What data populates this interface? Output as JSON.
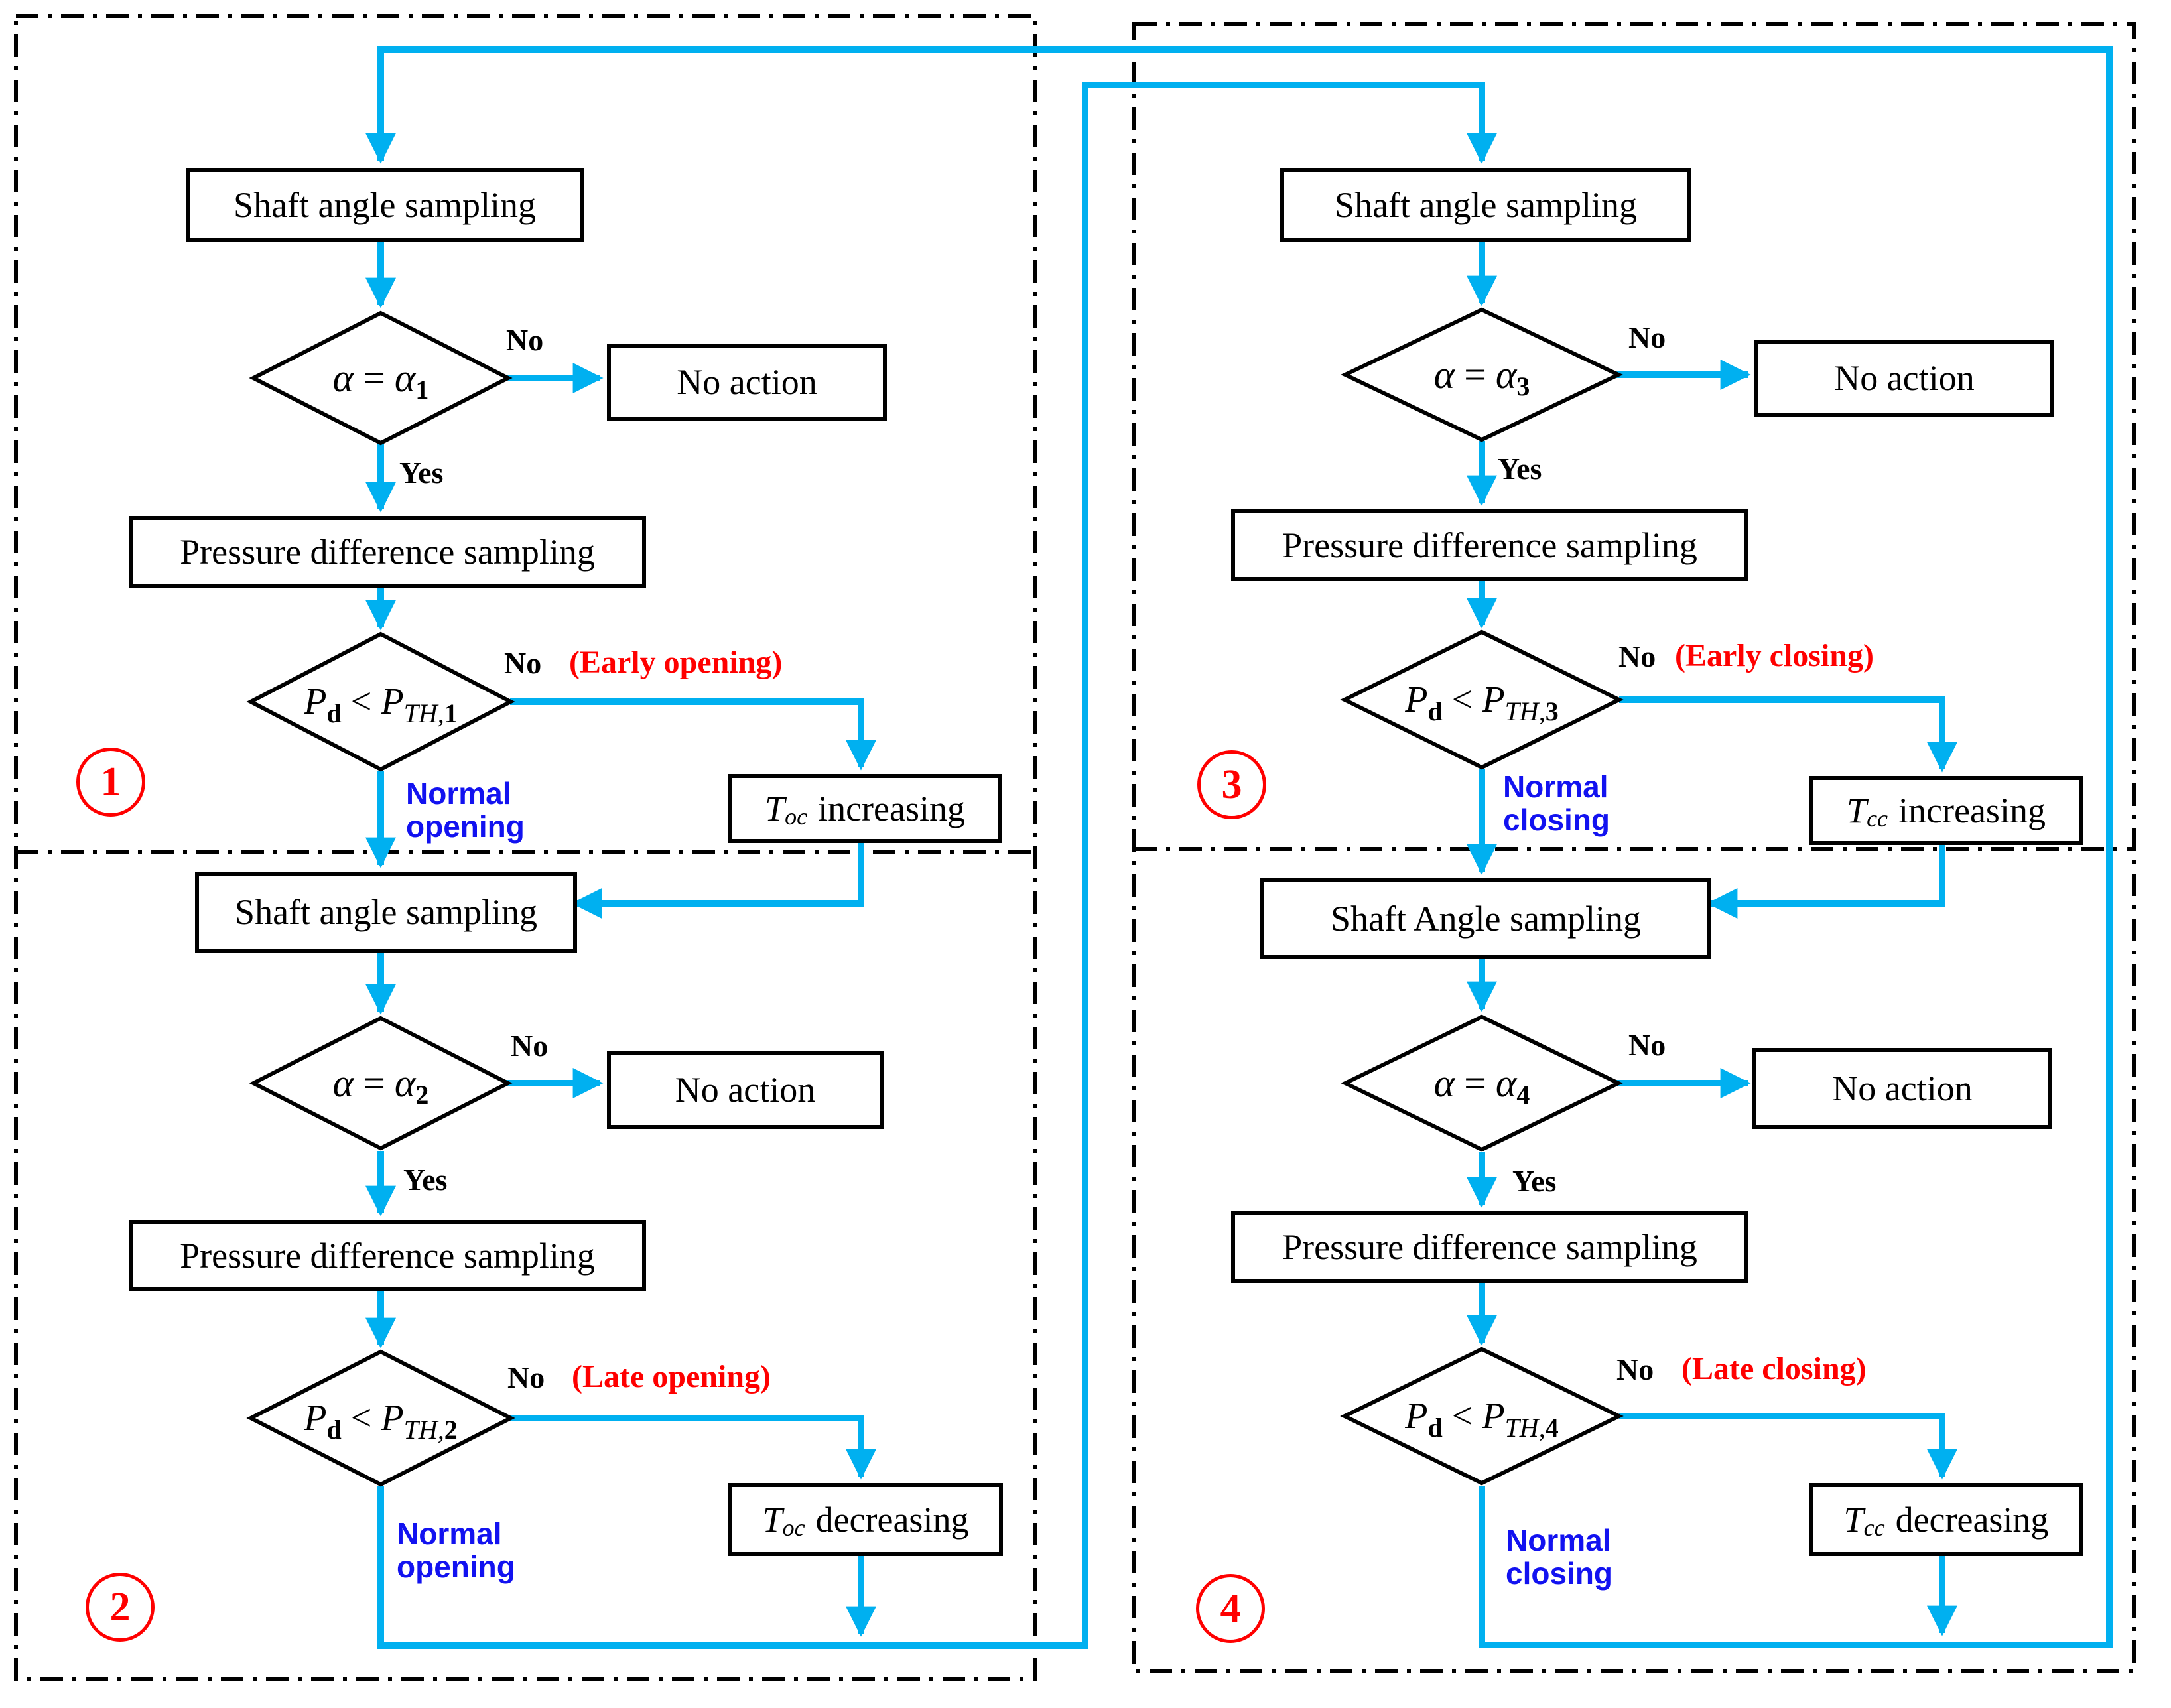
{
  "colors": {
    "accent": "#00B0F0",
    "red": "#FF0000",
    "blue": "#1212F0",
    "line": "#000000"
  },
  "q1": {
    "label": "1",
    "step1": "Shaft angle sampling",
    "cond1": {
      "a": "α",
      "eq": "=",
      "b": "α",
      "n": "1"
    },
    "no1": "No",
    "yes": "Yes",
    "noaction": "No action",
    "step2": "Pressure difference sampling",
    "cond2": {
      "a": "P",
      "asub": "d",
      "op": "<",
      "b": "P",
      "bsub": "TH,",
      "n": "1"
    },
    "no2": "No",
    "branch": "(Early opening)",
    "normal1": "Normal",
    "normal2": "opening",
    "timer": {
      "t": "T",
      "sub": "oc",
      "word": "increasing"
    }
  },
  "q2": {
    "label": "2",
    "step1": "Shaft angle sampling",
    "cond1": {
      "a": "α",
      "eq": "=",
      "b": "α",
      "n": "2"
    },
    "no1": "No",
    "yes": "Yes",
    "noaction": "No action",
    "step2": "Pressure difference sampling",
    "cond2": {
      "a": "P",
      "asub": "d",
      "op": "<",
      "b": "P",
      "bsub": "TH,",
      "n": "2"
    },
    "no2": "No",
    "branch": "(Late opening)",
    "normal1": "Normal",
    "normal2": "opening",
    "timer": {
      "t": "T",
      "sub": "oc",
      "word": "decreasing"
    }
  },
  "q3": {
    "label": "3",
    "step1": "Shaft angle sampling",
    "cond1": {
      "a": "α",
      "eq": "=",
      "b": "α",
      "n": "3"
    },
    "no1": "No",
    "yes": "Yes",
    "noaction": "No action",
    "step2": "Pressure difference sampling",
    "cond2": {
      "a": "P",
      "asub": "d",
      "op": "<",
      "b": "P",
      "bsub": "TH,",
      "n": "3"
    },
    "no2": "No",
    "branch": "(Early closing)",
    "normal1": "Normal",
    "normal2": "closing",
    "timer": {
      "t": "T",
      "sub": "cc",
      "word": "increasing"
    }
  },
  "q4": {
    "label": "4",
    "step1": "Shaft Angle sampling",
    "cond1": {
      "a": "α",
      "eq": "=",
      "b": "α",
      "n": "4"
    },
    "no1": "No",
    "yes": "Yes",
    "noaction": "No action",
    "step2": "Pressure difference sampling",
    "cond2": {
      "a": "P",
      "asub": "d",
      "op": "<",
      "b": "P",
      "bsub": "TH,",
      "n": "4"
    },
    "no2": "No",
    "branch": "(Late closing)",
    "normal1": "Normal",
    "normal2": "closing",
    "timer": {
      "t": "T",
      "sub": "cc",
      "word": "decreasing"
    }
  }
}
